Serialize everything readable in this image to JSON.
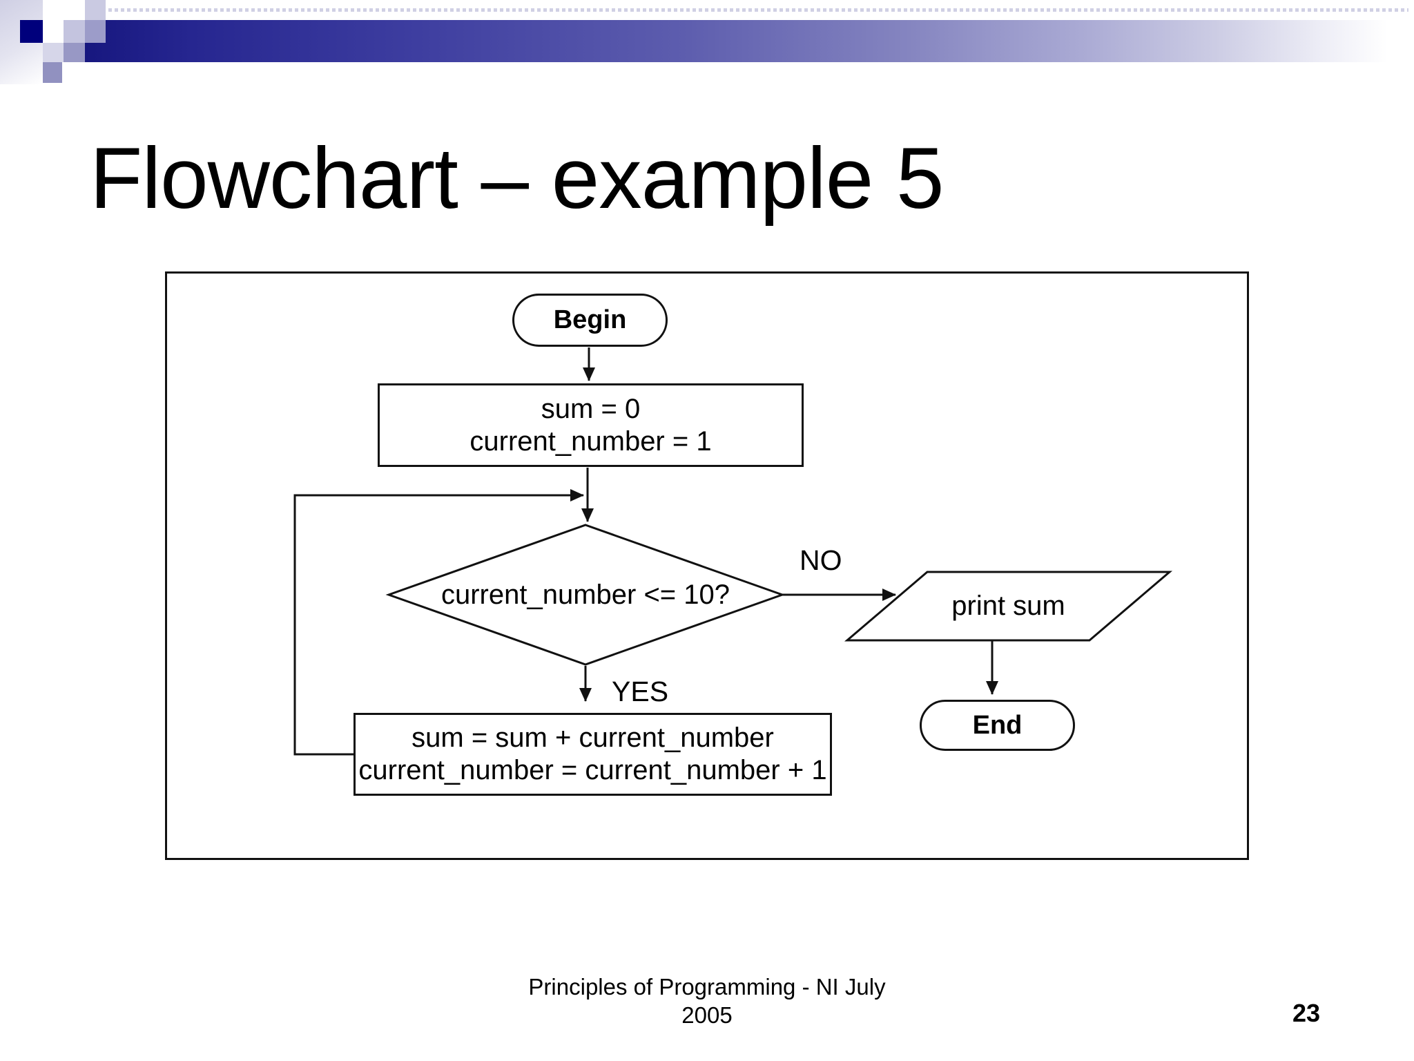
{
  "slide": {
    "title": "Flowchart – example 5",
    "footer_line1": "Principles of Programming - NI July",
    "footer_line2": "2005",
    "page_number": "23"
  },
  "flowchart": {
    "begin_label": "Begin",
    "init_line1": "sum = 0",
    "init_line2": "current_number = 1",
    "decision_label": "current_number <= 10?",
    "no_label": "NO",
    "yes_label": "YES",
    "output_label": "print sum",
    "loop_line1": "sum = sum + current_number",
    "loop_line2": "current_number = current_number + 1",
    "end_label": "End"
  },
  "colors": {
    "accent_navy": "#00007c",
    "bar_gradient_start": "#17177f",
    "bar_gradient_mid": "#8585c0",
    "square_light": "#c4c4df",
    "square_medium": "#9c9cc9",
    "line_black": "#111111",
    "background": "#ffffff"
  }
}
